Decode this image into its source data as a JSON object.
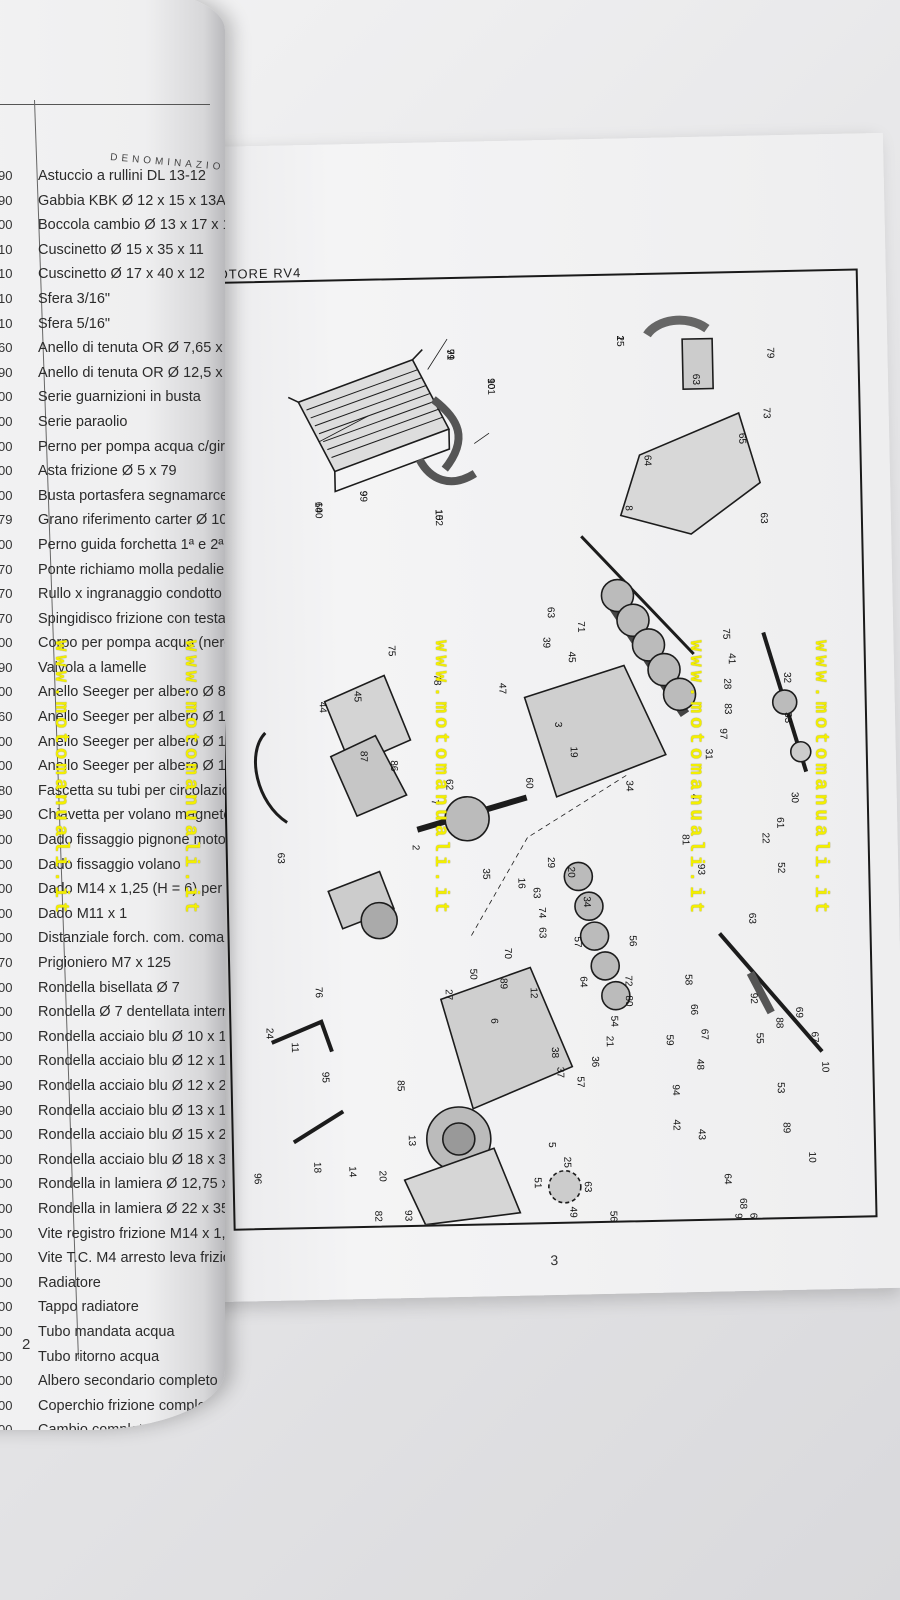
{
  "left_page": {
    "header": "DENOMINAZIONE",
    "page_number": "2",
    "codes": [
      "90",
      "90",
      "00",
      "10",
      "10",
      "10",
      "10",
      "60",
      "90",
      "00",
      "00",
      "00",
      "00",
      "00",
      "79",
      "00",
      "70",
      "70",
      "70",
      "00",
      "90",
      "00",
      "60",
      "00",
      "00",
      "80",
      "90",
      "00",
      "00",
      "00",
      "00",
      "00",
      "70",
      "00",
      "00",
      "00",
      "00",
      "90",
      "90",
      "00",
      "00",
      "00",
      "00",
      "00",
      "00",
      "00",
      "00",
      "00",
      "00",
      "00",
      "00",
      "00",
      "00",
      "00",
      "00",
      "00",
      "00",
      "00",
      "00",
      "00",
      "00"
    ],
    "items": [
      "Astuccio a rullini DL 13-12",
      "Gabbia KBK Ø 12 x 15 x 13A",
      "Boccola cambio Ø 13 x 17 x 12",
      "Cuscinetto Ø 15 x 35 x 11",
      "Cuscinetto Ø 17 x 40 x 12",
      "Sfera 3/16\"",
      "Sfera 5/16\"",
      "Anello di tenuta OR Ø 7,65 x 1,78",
      "Anello di tenuta OR Ø 12,5 x 1,5",
      "Serie guarnizioni in busta",
      "Serie paraolio",
      "Perno per pompa acqua c/girante",
      "Asta frizione Ø 5 x 79",
      "Busta portasfera segnamarce",
      "Grano riferimento carter Ø 10 x 8",
      "Perno guida forchetta 1ª e 2ª veloc.",
      "Ponte richiamo molla pedaliera",
      "Rullo x ingranaggio condotto pompa",
      "Spingidisco frizione con testa Ø 10",
      "Corpo per pompa acqua (nero)",
      "Valvola a lamelle",
      "Anello Seeger per albero Ø 8",
      "Anello Seeger per albero Ø 12",
      "Anello Seeger per albero Ø 16 rinforzato",
      "Anello Seeger per albero Ø 18 rinforzato",
      "Fascetta su tubi per circolazione acqua",
      "Chiavetta per volano magnete",
      "Dado fissaggio pignone motore",
      "Dado fissaggio volano",
      "Dado M14 x 1,25 (H = 6) per vite registro",
      "Dado M11 x 1",
      "Distanziale forch. com. comando",
      "Prigioniero M7 x 125",
      "Rondella bisellata Ø 7",
      "Rondella Ø 7 dentellata interna",
      "Rondella acciaio blu Ø 10 x 16",
      "Rondella acciaio blu Ø 12 x 17",
      "Rondella acciaio blu Ø 12 x 20",
      "Rondella acciaio blu Ø 13 x 19",
      "Rondella acciaio blu Ø 15 x 25",
      "Rondella acciaio blu Ø 18 x 30",
      "Rondella in lamiera Ø 12,75 x 29 x 1,5",
      "Rondella in lamiera Ø 22 x 35 x 1",
      "Vite registro frizione M14 x 1,25",
      "Vite T.C. M4 arresto leva frizione",
      "Radiatore",
      "Tappo radiatore",
      "Tubo mandata acqua",
      "Tubo ritorno acqua",
      "Albero secondario completo",
      "Coperchio frizione completo (nero)",
      "Cambio completo 4 velocità"
    ]
  },
  "right_page": {
    "header": "OTORE RV4",
    "page_number": "3",
    "callouts": [
      "79",
      "101",
      "100",
      "99",
      "102",
      "25",
      "63",
      "79",
      "73",
      "65",
      "64",
      "8",
      "63",
      "63",
      "39",
      "75",
      "45",
      "71",
      "75",
      "41",
      "28",
      "83",
      "97",
      "31",
      "32",
      "33",
      "30",
      "61",
      "22",
      "52",
      "78",
      "47",
      "44",
      "45",
      "87",
      "86",
      "7",
      "62",
      "2",
      "63",
      "3",
      "19",
      "60",
      "4",
      "81",
      "34",
      "93",
      "20",
      "29",
      "34",
      "63",
      "35",
      "16",
      "63",
      "74",
      "63",
      "57",
      "64",
      "72",
      "58",
      "66",
      "67",
      "92",
      "55",
      "88",
      "69",
      "67",
      "10",
      "59",
      "48",
      "70",
      "50",
      "27",
      "89",
      "6",
      "12",
      "56",
      "80",
      "54",
      "21",
      "36",
      "57",
      "37",
      "38",
      "94",
      "42",
      "43",
      "53",
      "89",
      "10",
      "24",
      "11",
      "95",
      "85",
      "13",
      "18",
      "14",
      "20",
      "5",
      "51",
      "25",
      "63",
      "56",
      "96",
      "93",
      "64",
      "68",
      "63",
      "98",
      "82",
      "49",
      "76",
      "91",
      "90",
      "64",
      "9",
      "15",
      "1"
    ]
  },
  "watermarks": [
    "www.motomanuali.it",
    "www.motomanuali.it",
    "www.motomanuali.it",
    "www.motomanuali.it"
  ]
}
